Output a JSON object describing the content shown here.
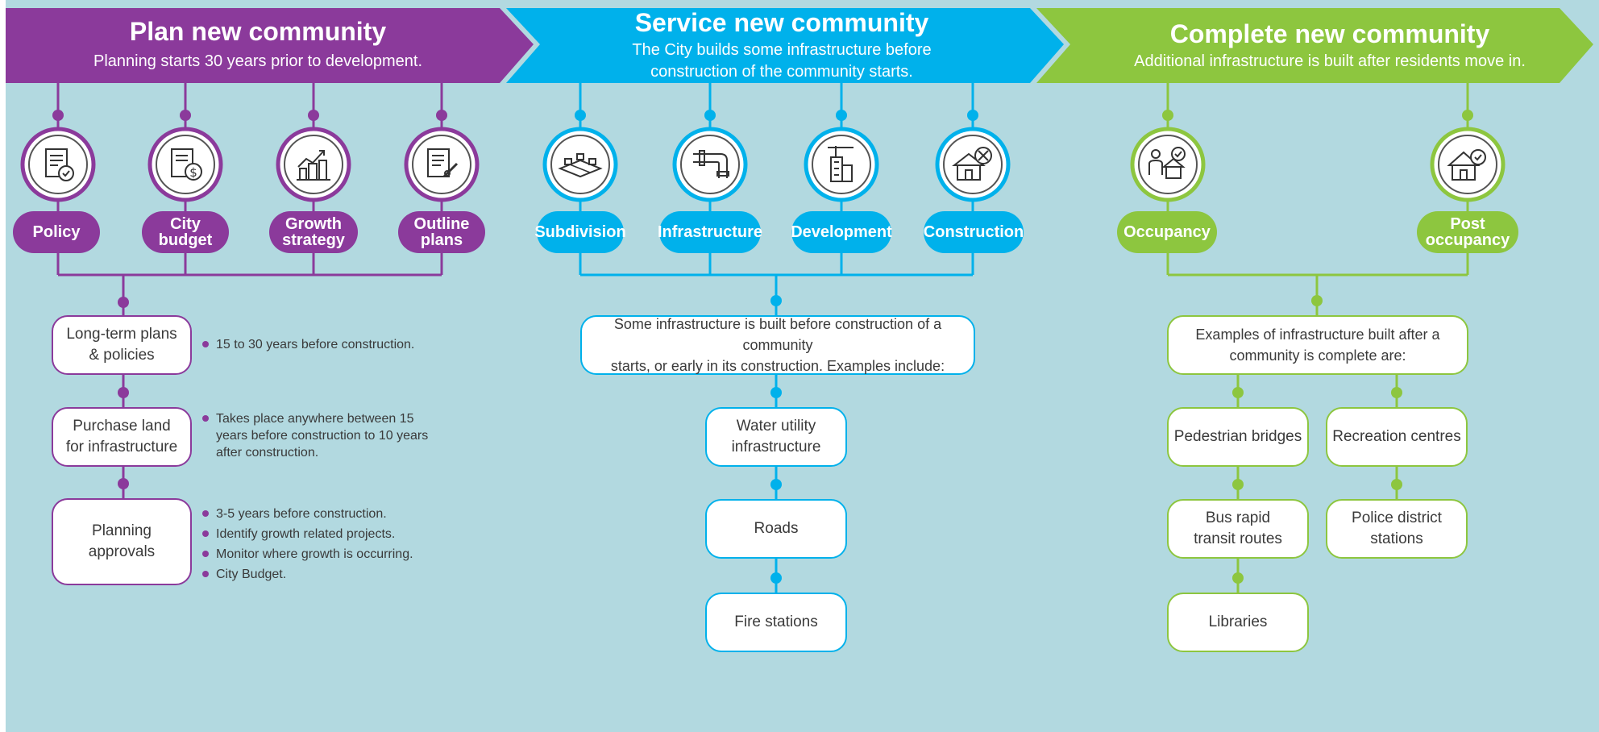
{
  "colors": {
    "purple": "#8b3a9b",
    "blue": "#00b1eb",
    "green": "#8dc63f",
    "background": "#b2d9e0",
    "text": "#3a3a3a"
  },
  "bands": [
    {
      "title": "Plan new community",
      "subtitle": "Planning starts 30 years prior to development."
    },
    {
      "title": "Service new community",
      "subtitle_lines": [
        "The City builds some infrastructure before",
        "construction of the community starts."
      ]
    },
    {
      "title": "Complete new community",
      "subtitle": "Additional infrastructure is built after residents move in."
    }
  ],
  "stages": {
    "plan": [
      {
        "label": "Policy",
        "icon": "policy-document-icon"
      },
      {
        "label_lines": [
          "City",
          "budget"
        ],
        "icon": "budget-document-icon"
      },
      {
        "label_lines": [
          "Growth",
          "strategy"
        ],
        "icon": "growth-chart-city-icon"
      },
      {
        "label_lines": [
          "Outline",
          "plans"
        ],
        "icon": "plan-document-pen-icon"
      }
    ],
    "service": [
      {
        "label": "Subdivision",
        "icon": "land-subdivision-icon"
      },
      {
        "label": "Infrastructure",
        "icon": "pipe-icon"
      },
      {
        "label": "Development",
        "icon": "building-crane-icon"
      },
      {
        "label": "Construction",
        "icon": "house-tools-icon"
      }
    ],
    "complete": [
      {
        "label": "Occupancy",
        "icon": "person-house-check-icon"
      },
      {
        "label_lines": [
          "Post",
          "occupancy"
        ],
        "icon": "house-check-icon"
      }
    ]
  },
  "plan_steps": [
    {
      "lines": [
        "Long-term plans",
        "& policies"
      ],
      "bullets": [
        "15 to 30 years before construction."
      ]
    },
    {
      "lines": [
        "Purchase land",
        "for infrastructure"
      ],
      "bullets": [
        [
          "Takes place anywhere between 15",
          "years before construction to 10 years",
          "after construction."
        ]
      ]
    },
    {
      "lines": [
        "Planning",
        "approvals"
      ],
      "bullets": [
        "3-5 years before construction.",
        "Identify growth related projects.",
        "Monitor where growth is occurring.",
        "City Budget."
      ]
    }
  ],
  "service_summary_lines": [
    "Some infrastructure is built before construction of a community",
    "starts, or early in its construction. Examples include:"
  ],
  "service_items": [
    {
      "lines": [
        "Water utility",
        "infrastructure"
      ]
    },
    {
      "lines": [
        "Roads"
      ]
    },
    {
      "lines": [
        "Fire stations"
      ]
    }
  ],
  "complete_summary_lines": [
    "Examples of infrastructure built after a",
    "community is complete are:"
  ],
  "complete_left_items": [
    {
      "lines": [
        "Pedestrian bridges"
      ]
    },
    {
      "lines": [
        "Bus rapid",
        "transit routes"
      ]
    },
    {
      "lines": [
        "Libraries"
      ]
    }
  ],
  "complete_right_items": [
    {
      "lines": [
        "Recreation centres"
      ]
    },
    {
      "lines": [
        "Police district",
        "stations"
      ]
    }
  ]
}
